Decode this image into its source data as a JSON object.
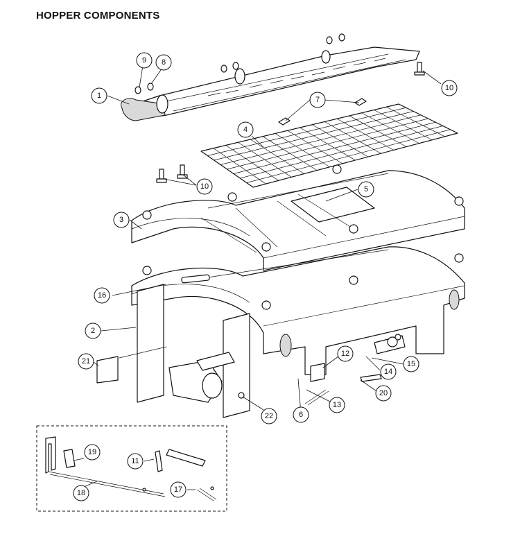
{
  "page": {
    "title": "HOPPER COMPONENTS"
  },
  "callouts": {
    "c1": "1",
    "c2": "2",
    "c3": "3",
    "c4": "4",
    "c5": "5",
    "c6": "6",
    "c7": "7",
    "c8": "8",
    "c9": "9",
    "c10a": "10",
    "c10b": "10",
    "c11": "11",
    "c12": "12",
    "c13": "13",
    "c14": "14",
    "c15": "15",
    "c16": "16",
    "c17": "17",
    "c18": "18",
    "c19": "19",
    "c20": "20",
    "c21": "21",
    "c22": "22"
  },
  "colors": {
    "line": "#111111",
    "shade": "#d9d9d9",
    "background": "#ffffff"
  }
}
